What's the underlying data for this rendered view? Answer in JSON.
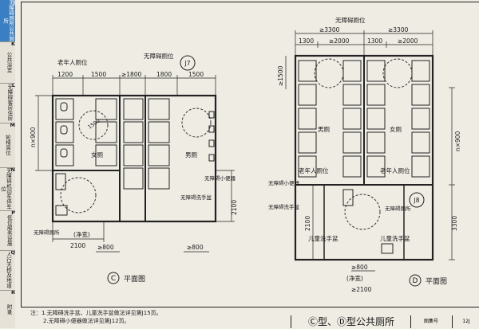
{
  "sidebar": {
    "tabs": [
      {
        "code": "J",
        "label": "无障碍厕所公共厕所",
        "active": true
      },
      {
        "code": "K",
        "label": "公共浴室",
        "active": false
      },
      {
        "code": "L",
        "label": "无障碍客房住房",
        "active": false
      },
      {
        "code": "M",
        "label": "轮椅席位",
        "active": false
      },
      {
        "code": "N",
        "label": "无障碍机动车停车位",
        "active": false
      },
      {
        "code": "P",
        "label": "低位服务设施",
        "active": false
      },
      {
        "code": "Q",
        "label": "人行天桥及地道",
        "active": false
      },
      {
        "code": "R",
        "label": "附录",
        "active": false
      }
    ]
  },
  "plan_c": {
    "label_elderly": "老年人厕位",
    "label_accessible": "无障碍厕位",
    "tag_j7": "J7",
    "dims_top": [
      "1200",
      "1500",
      "≥1800",
      "1800",
      "1500"
    ],
    "dim_900": "n×900",
    "dim_1500": "1500",
    "female": "女厕",
    "male": "男厕",
    "urinal": "无障碍小便器",
    "basin_right": "无障碍洗手盆",
    "basin_left": "无障碍厕所",
    "dim_2100": "2100",
    "dim_net": "(净宽)",
    "dim_2100b": "2100",
    "dim_800": "≥800",
    "dim_800b": "≥800",
    "caption_letter": "C",
    "caption": "平面图"
  },
  "plan_d": {
    "label_accessible": "无障碍厕位",
    "dims_top": [
      "≥3300",
      "≥3300"
    ],
    "dims_top2": [
      "1300",
      "≥2000",
      "1300",
      "≥2000"
    ],
    "dim_1500": "≥1500",
    "male": "男厕",
    "female": "女厕",
    "dim_900": "n×900",
    "elderly_left": "老年人厕位",
    "elderly_right": "老年人厕位",
    "urinal": "无障碍小便器",
    "basin": "无障碍洗手盆",
    "toilet": "无障碍厕所",
    "tag_j8": "J8",
    "child_left": "儿童洗手盆",
    "child_right": "儿童洗手盆",
    "dim_2100": "2100",
    "dim_3300": "3300",
    "dim_800": "≥800",
    "dim_net": "(净宽)",
    "dim_2100b": "≥2100",
    "caption_letter": "D",
    "caption": "平面图"
  },
  "notes": [
    "注：1.无障碍洗手盆、儿童洗手盆做法详见第J15页。",
    "2.无障碍小便器做法详见第J12页。"
  ],
  "title_block": {
    "title": "Ⓒ型、Ⓓ型公共厕所",
    "atlas_label": "图集号",
    "atlas_no": "12J"
  }
}
